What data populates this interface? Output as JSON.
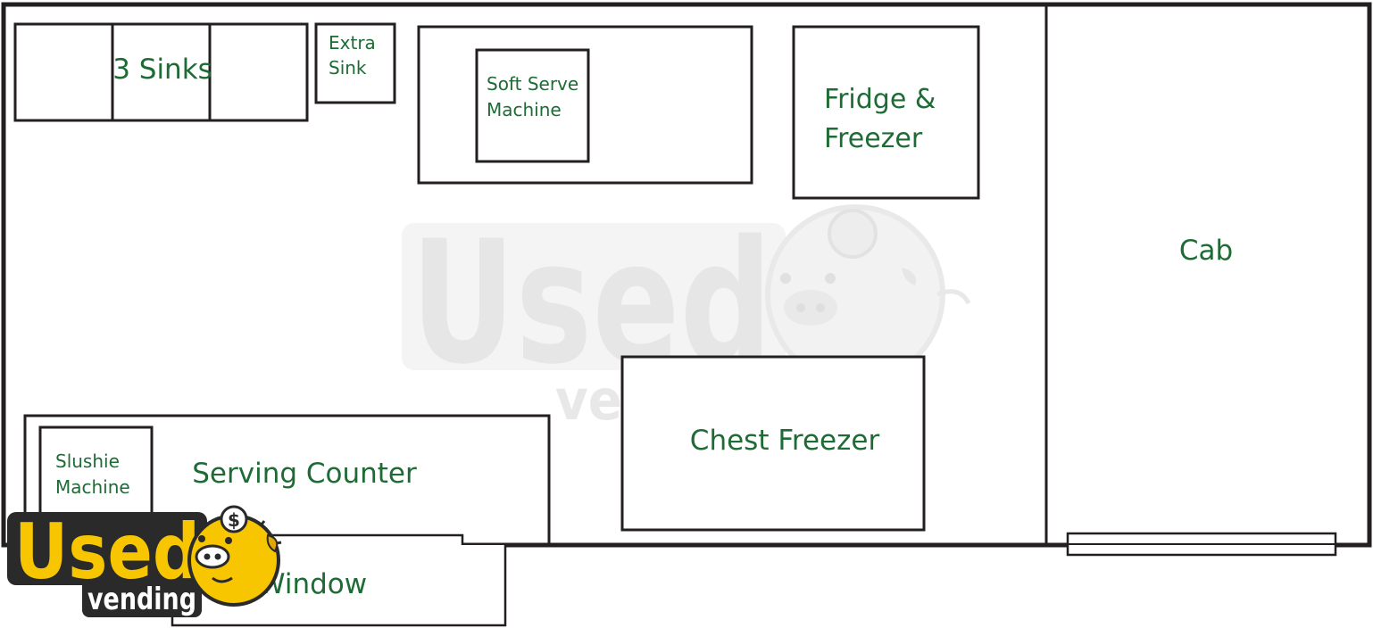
{
  "labels": {
    "sinks": "3 Sinks",
    "extra_sink_line1": "Extra",
    "extra_sink_line2": "Sink",
    "soft_serve_line1": "Soft Serve",
    "soft_serve_line2": "Machine",
    "fridge_line1": "Fridge &",
    "fridge_line2": "Freezer",
    "cab": "Cab",
    "chest_freezer": "Chest Freezer",
    "slushie_line1": "Slushie",
    "slushie_line2": "Machine",
    "serving_counter": "Serving Counter",
    "window": "Window"
  },
  "watermark": {
    "word1": "Used",
    "word2": "vending"
  },
  "logo": {
    "word1": "Used",
    "word2": "vending",
    "coin_symbol": "$"
  },
  "colors": {
    "label": "#1e6b35",
    "outline": "#231f20",
    "watermark": "#ebebeb",
    "logo_yellow": "#f7c600",
    "logo_outline": "#2a2a2a"
  }
}
